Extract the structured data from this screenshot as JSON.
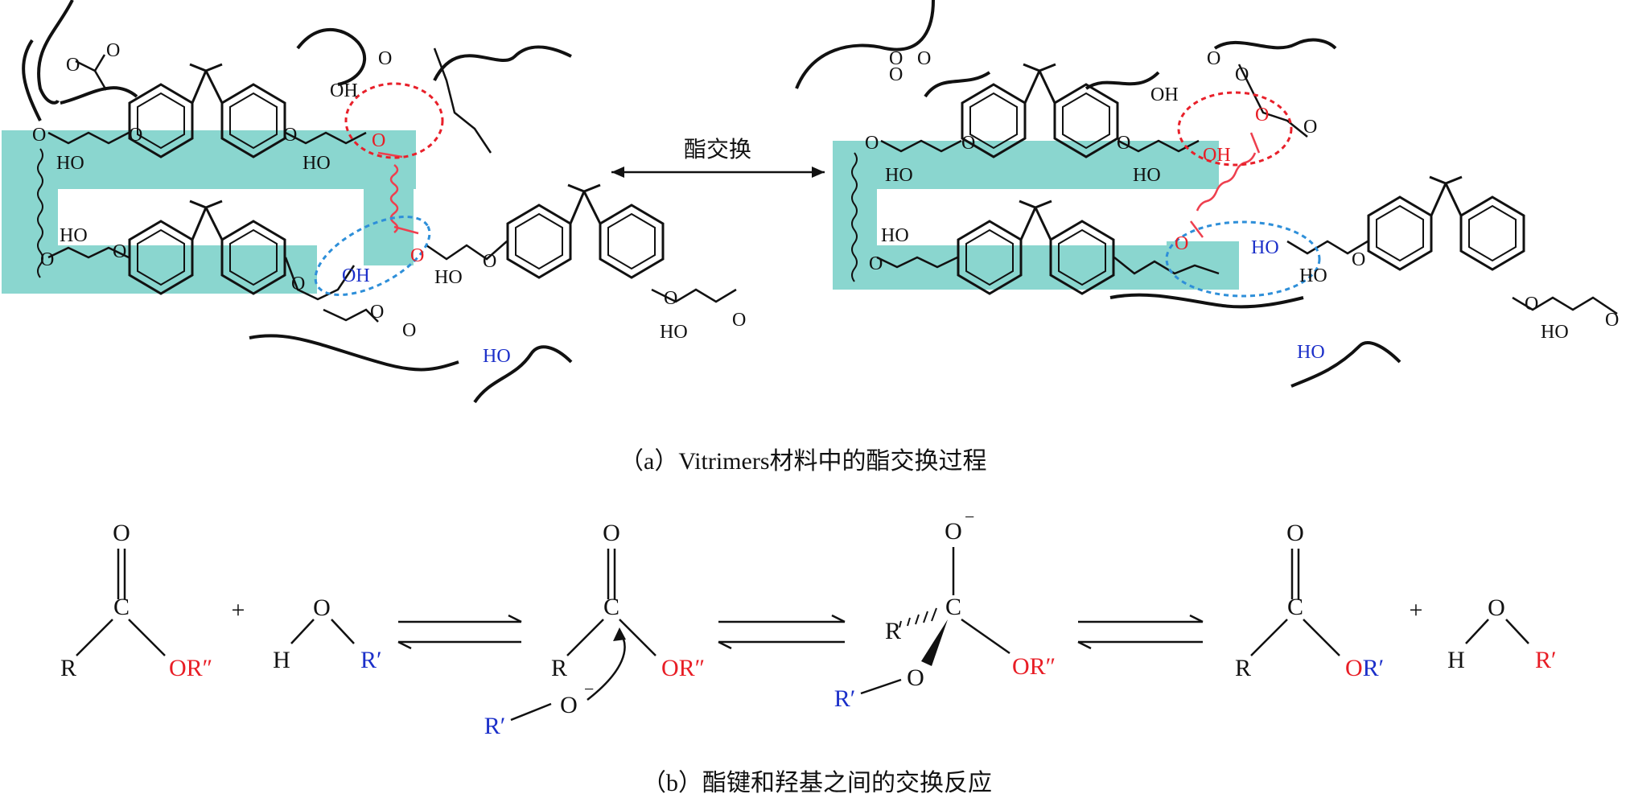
{
  "panel_a": {
    "arrow_label": "酯交换",
    "caption": "（a）Vitrimers材料中的酯交换过程",
    "colors": {
      "band": "#8ad6cf",
      "red_circle": "#e8202a",
      "blue_circle": "#2e8fd9",
      "exchange_bond": "#ee3f4e"
    },
    "left": {
      "atom_labels": [
        "O",
        "O",
        "OH",
        "HO",
        "HO",
        "O",
        "O",
        "O",
        "O",
        "HO",
        "O",
        "O",
        "O",
        "OH",
        "O",
        "O",
        "HO",
        "O",
        "HO",
        "O",
        "O"
      ],
      "hydroxyl_free": "HO"
    },
    "right": {
      "atom_labels": [
        "O",
        "O",
        "O",
        "OH",
        "HO",
        "O",
        "O",
        "O",
        "HO",
        "O",
        "O",
        "O",
        "O",
        "HO",
        "HO",
        "O",
        "O",
        "HO",
        "O"
      ],
      "hydroxyl_red": "OH",
      "hydroxyl_free": "HO"
    }
  },
  "panel_b": {
    "caption": "（b）酯键和羟基之间的交换反应",
    "colors": {
      "red": "#e81d25",
      "blue": "#1b2fc9",
      "black": "#111111"
    },
    "species": {
      "ester1": {
        "O_top": "O",
        "C": "C",
        "R": "R",
        "OR": "OR″"
      },
      "plus1": "+",
      "alcohol1": {
        "O": "O",
        "H": "H",
        "R": "R′"
      },
      "ester2": {
        "O_top": "O",
        "C": "C",
        "R": "R",
        "OR": "OR″",
        "alkoxide_R": "R′",
        "alkoxide_O": "O",
        "charge": "−"
      },
      "tetrahedral": {
        "O_top": "O",
        "charge": "−",
        "C": "C",
        "R": "R",
        "OR": "OR″",
        "O_bottom": "O",
        "R_prime": "R′"
      },
      "ester3": {
        "O_top": "O",
        "C": "C",
        "R": "R",
        "OR": "OR′"
      },
      "plus2": "+",
      "alcohol2": {
        "O": "O",
        "H": "H",
        "R": "R′"
      }
    }
  }
}
